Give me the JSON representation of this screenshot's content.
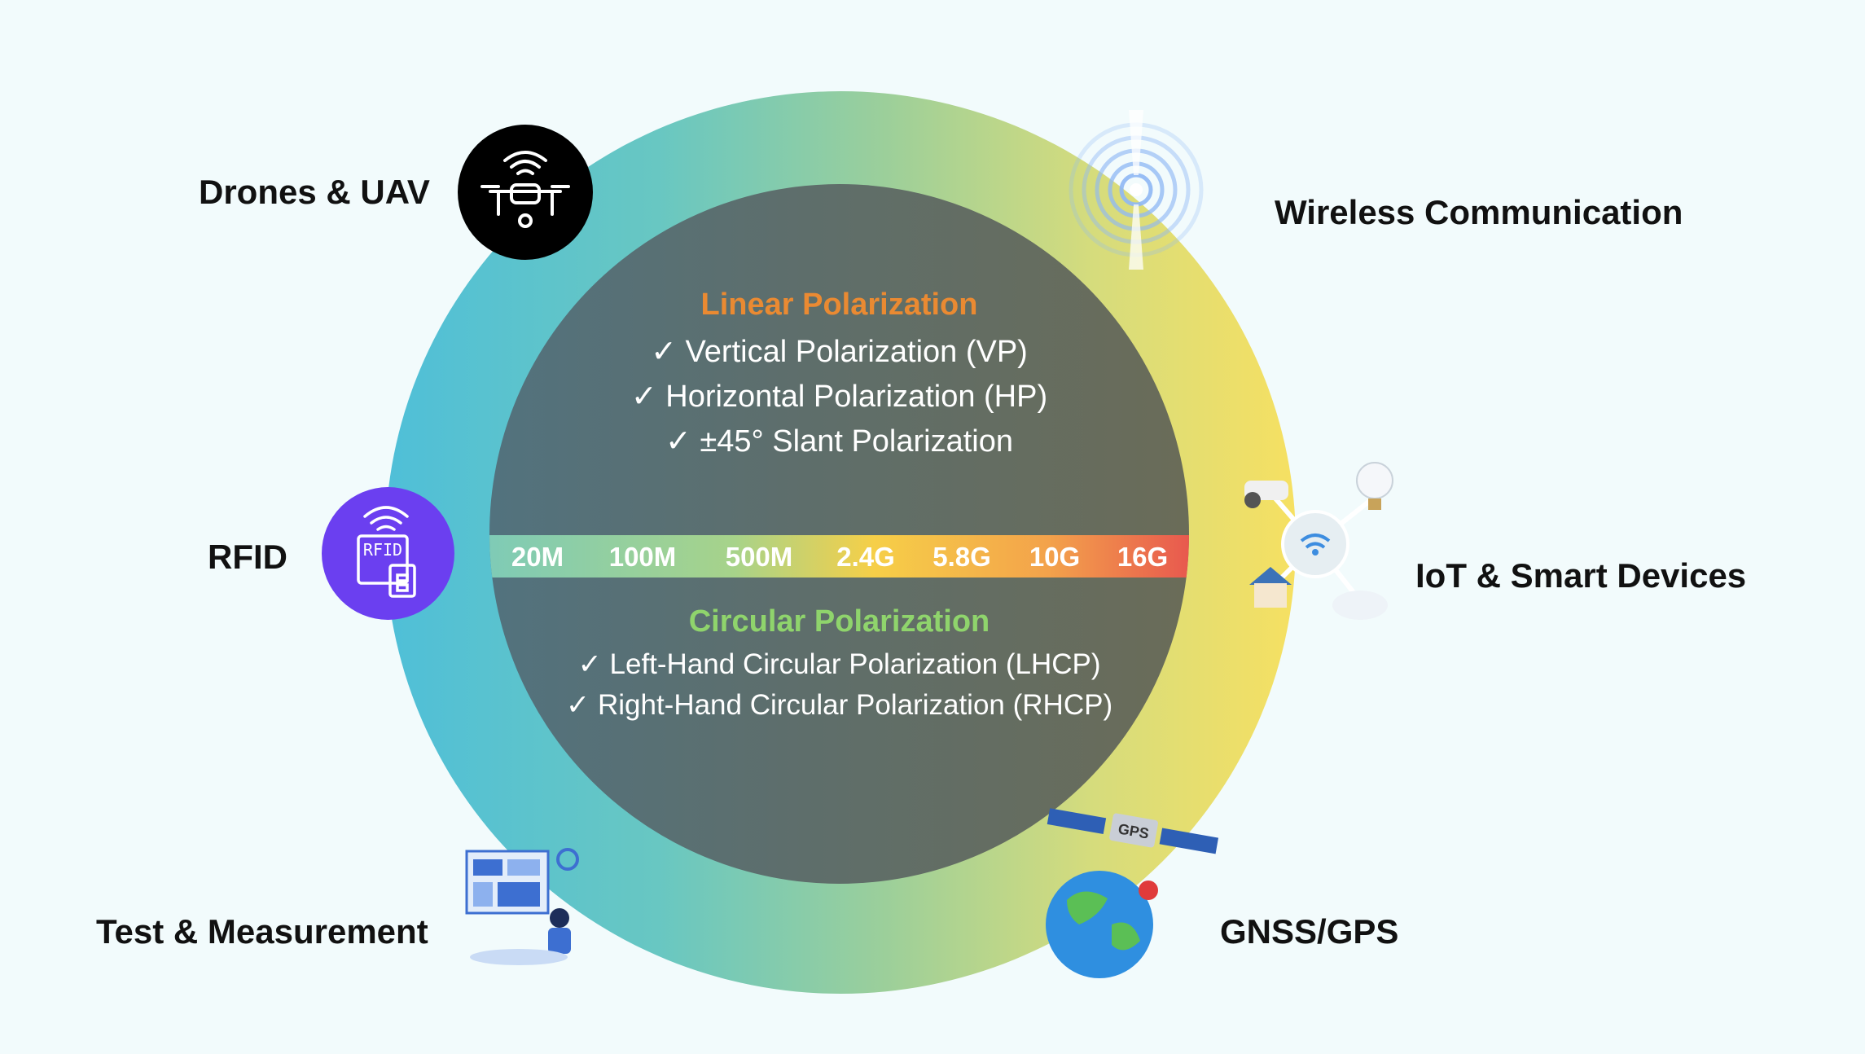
{
  "linear": {
    "title": "Linear Polarization",
    "items": [
      "✓ Vertical Polarization (VP)",
      "✓ Horizontal Polarization (HP)",
      "✓ ±45° Slant Polarization"
    ]
  },
  "circular": {
    "title": "Circular Polarization",
    "items": [
      "✓ Left-Hand Circular Polarization (LHCP)",
      "✓ Right-Hand Circular Polarization (RHCP)"
    ]
  },
  "frequencies": [
    "20M",
    "100M",
    "500M",
    "2.4G",
    "5.8G",
    "10G",
    "16G"
  ],
  "applications": {
    "drones": "Drones & UAV",
    "wireless": "Wireless Communication",
    "rfid": "RFID",
    "iot": "IoT & Smart Devices",
    "test": "Test & Measurement",
    "gnss": "GNSS/GPS"
  },
  "icon_text": {
    "rfid_tag": "RFID",
    "gps_panel": "GPS"
  },
  "colors": {
    "linear_title": "#ea8a32",
    "circular_title": "#8fd46c",
    "ring_left": "#4fbfd8",
    "ring_right": "#f6e062",
    "rfid_badge": "#6b3ff0",
    "drone_badge": "#000000"
  }
}
